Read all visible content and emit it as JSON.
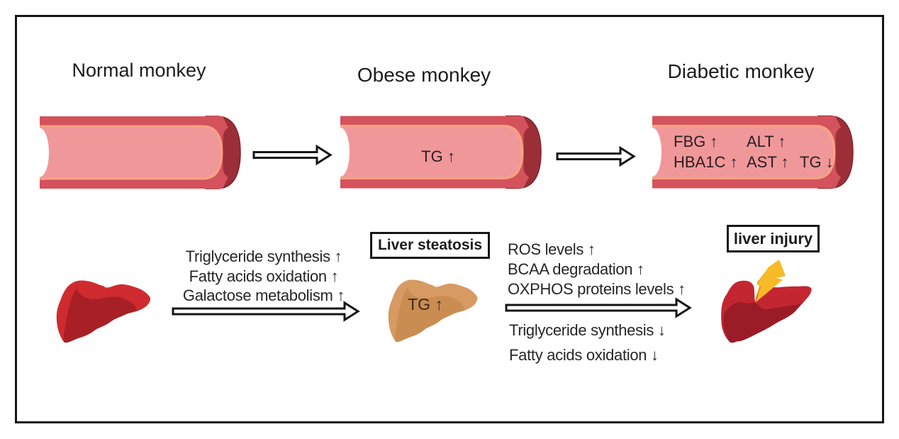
{
  "figure": {
    "stage_labels": {
      "normal": "Normal monkey",
      "obese": "Obese monkey",
      "diabetic": "Diabetic monkey"
    },
    "vessels": {
      "obese_marker": "TG ↑",
      "diabetic_markers": {
        "row1": [
          "FBG ↑",
          "ALT ↑"
        ],
        "row2": [
          "HBA1C ↑",
          "AST ↑",
          "TG ↓"
        ]
      }
    },
    "boxed_labels": {
      "steatosis": "Liver steatosis",
      "injury": "liver injury"
    },
    "annotations": {
      "normal_to_steatosis": [
        "Triglyceride synthesis ↑",
        "Fatty acids oxidation ↑",
        "Galactose metabolism ↑"
      ],
      "steatosis_to_injury_above": [
        "ROS levels ↑",
        "BCAA degradation ↑",
        "OXPHOS proteins levels ↑"
      ],
      "steatosis_to_injury_below": [
        "Triglyceride synthesis ↓",
        "Fatty acids oxidation ↓"
      ],
      "steatotic_liver_marker": "TG ↑"
    },
    "colors": {
      "frame": "#161616",
      "ink": "#1c1c1c",
      "ann-ink": "#262626",
      "vessel-ink": "#2a1e20",
      "liver-ink": "#3c2a18",
      "wall": "#d4525c",
      "ring": "#f5a285",
      "lumen": "#f0979a",
      "cap": "#9c2e38",
      "cap-edge": "#80232c",
      "liverA-base": "#cf2b2f",
      "liverA-shadow": "#a82025",
      "liverB-base": "#d79a62",
      "liverB-shadow": "#c98d52",
      "liverC-base": "#c32631",
      "liverC-shadow": "#9a1c26",
      "bolt": "#f8ba28",
      "bolt-dark": "#eb9c16"
    }
  }
}
